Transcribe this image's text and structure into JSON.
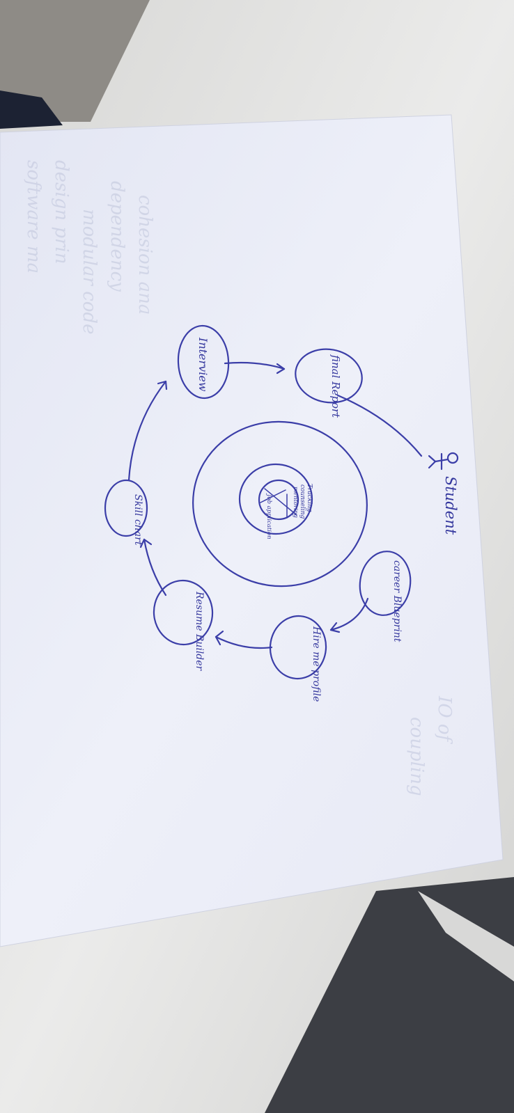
{
  "diagram": {
    "actor": {
      "label": "Student",
      "icon": "stick-figure-icon"
    },
    "center": {
      "sections": [
        "Tracking",
        "counseling",
        "mentoring",
        "Job application"
      ]
    },
    "cycle_nodes": [
      {
        "id": "career-blueprint",
        "label": "career Blueprint"
      },
      {
        "id": "hire-me-profile",
        "label": "Hire me profile"
      },
      {
        "id": "resume-builder",
        "label": "Resume Builder"
      },
      {
        "id": "skill-chart",
        "label": "Skill chart"
      },
      {
        "id": "interview",
        "label": "Interview"
      },
      {
        "id": "final-report",
        "label": "final Report"
      }
    ],
    "colors": {
      "ink": "#3b3ea8",
      "paper": "#eceef8",
      "desk": "#e6e6e4",
      "laptop": "#3c3e44"
    }
  }
}
